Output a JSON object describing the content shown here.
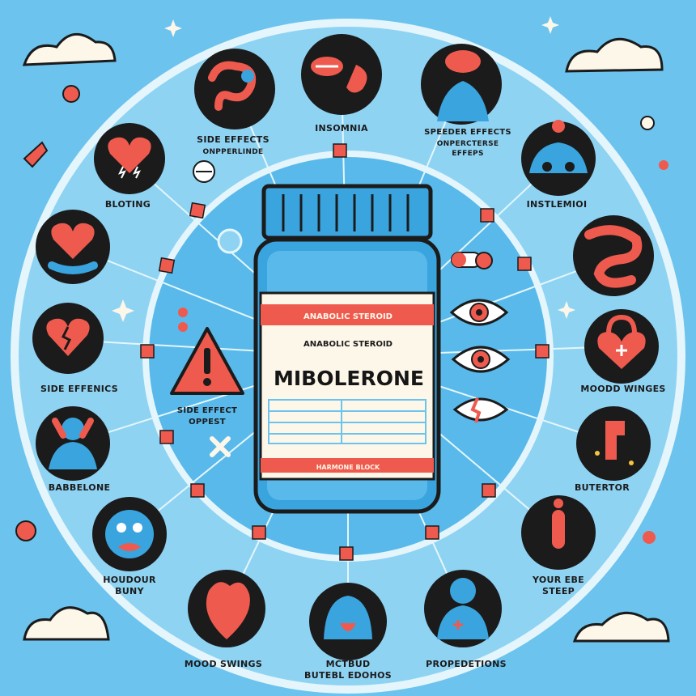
{
  "jar": {
    "brand": "MIBOLERONE",
    "band_text": "ANABOLIC STEROID",
    "sub_text": "ANABOLIC STEROID",
    "bottom_text": "HARMONE BLOCK"
  },
  "center": {
    "warning_label_line1": "SIDE EFFECT",
    "warning_label_line2": "OPPEST"
  },
  "labels": {
    "top_left_1": "SIDE EFFECTS",
    "top_left_2": "ONPPERLINDE",
    "top_center": "INSOMNIA",
    "top_right_1": "SPEEDER EFFECTS",
    "top_right_2": "ONPERCTERSE",
    "top_right_3": "EFFEPS",
    "left_1": "BLOTING",
    "right_1": "INSTLEMIOI",
    "left_2": "SIDE EFFENICS",
    "right_2": "MOODD WINGES",
    "left_3": "BABBELONE",
    "right_3": "BUTERTOR",
    "left_4_1": "HOUDOUR",
    "left_4_2": "BUNY",
    "right_4_1": "YOUR EBE",
    "right_4_2": "STEEP",
    "bottom_left": "MOOD SWINGS",
    "bottom_center_1": "MCTBUD",
    "bottom_center_2": "BUTEBL EDOHOS",
    "bottom_right": "PROPEDETIONS"
  },
  "colors": {
    "background": "#6cc3ee",
    "ring": "#dff3fb",
    "accent_red": "#ef5a4e",
    "dark": "#1b1b1b",
    "figure_blue": "#3aa4df"
  }
}
